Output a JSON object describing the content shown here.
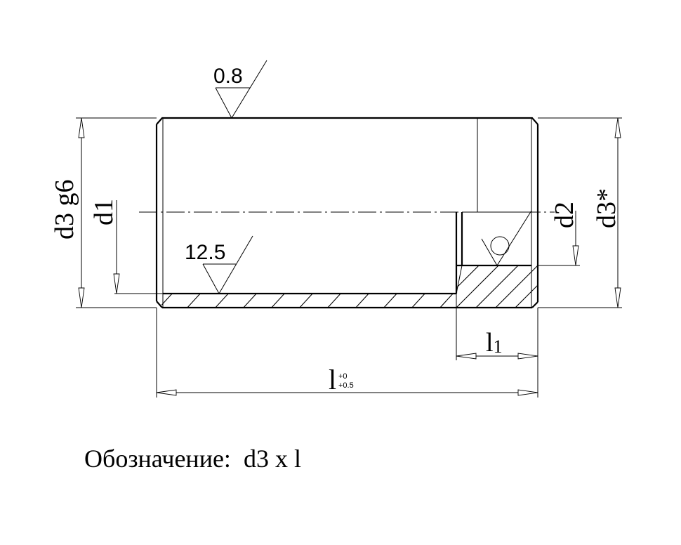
{
  "drawing": {
    "roughness_top": "0.8",
    "roughness_bore": "12.5",
    "dim_outer_left": "d3 g6",
    "dim_bore": "d1",
    "dim_groove": "d2",
    "dim_outer_right": "d3*",
    "dim_length_main": "l",
    "dim_length_tol_upper": "+0",
    "dim_length_tol_lower": "+0.5",
    "dim_length_short": "l",
    "dim_length_short_sub": "1"
  },
  "caption": {
    "label": "Обозначение:",
    "value": "d3 x l"
  }
}
